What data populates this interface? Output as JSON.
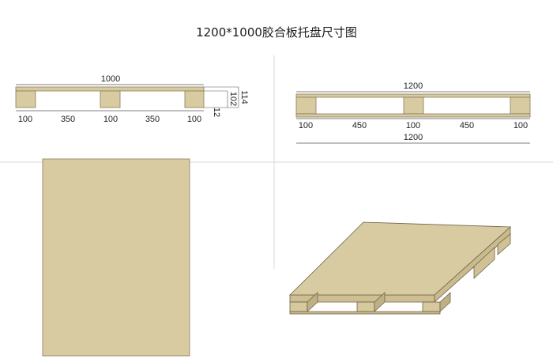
{
  "title": "1200*1000胶合板托盘尺寸图",
  "colors": {
    "wood": "#d8cba1",
    "edge": "#8a7c59",
    "line": "#555555",
    "divider": "#d9d9d9"
  },
  "side_view_1000": {
    "total": "1000",
    "heights": [
      "114",
      "102",
      "12"
    ],
    "segments": [
      "100",
      "350",
      "100",
      "350",
      "100"
    ]
  },
  "side_view_1200": {
    "total": "1200",
    "segments": [
      "100",
      "450",
      "100",
      "450",
      "100"
    ],
    "bottom_total": "1200"
  }
}
